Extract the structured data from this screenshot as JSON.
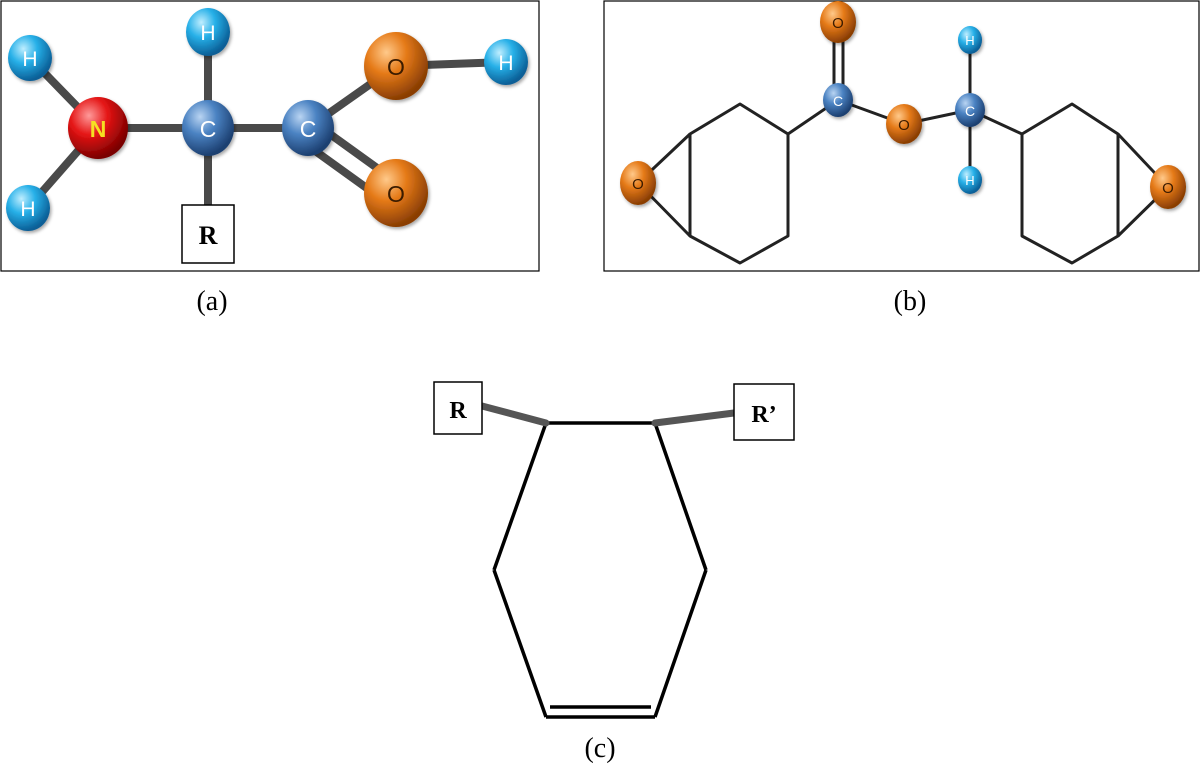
{
  "panel_a": {
    "caption": "(a)",
    "atoms": {
      "h_top_left": "H",
      "h_bottom_left": "H",
      "nitrogen": "N",
      "h_top": "H",
      "carbon_alpha": "C",
      "carbon_carboxyl": "C",
      "oxygen_hydroxyl": "O",
      "h_hydroxyl": "H",
      "oxygen_carbonyl": "O"
    },
    "r_group": "R"
  },
  "panel_b": {
    "caption": "(b)",
    "atoms": {
      "epoxide_oxygen_left": "O",
      "oxygen_carbonyl": "O",
      "carbon_ester": "C",
      "oxygen_ester": "O",
      "carbon_methylene": "C",
      "h_upper": "H",
      "h_lower": "H",
      "epoxide_oxygen_right": "O"
    }
  },
  "panel_c": {
    "caption": "(c)",
    "r_left": "R",
    "r_right": "R’"
  },
  "colors": {
    "hydrogen": "#1fa8e0",
    "nitrogen": "#e01010",
    "nitrogen_text": "#f5e020",
    "carbon": "#3f78b8",
    "oxygen": "#e07818",
    "bond": "#4a4a4a",
    "frame": "#000000"
  }
}
